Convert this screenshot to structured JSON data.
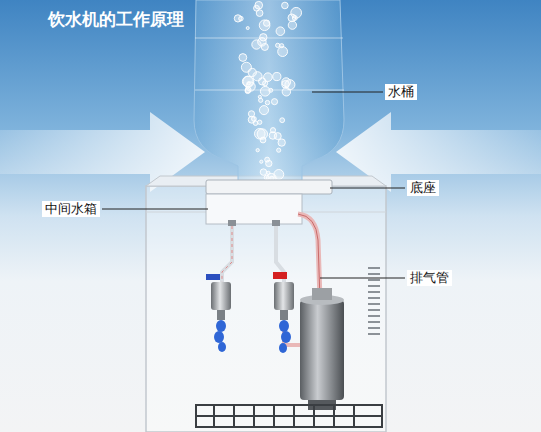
{
  "diagram": {
    "title": "饮水机的工作原理",
    "labels": [
      "水桶",
      "底座",
      "中间水箱",
      "排气管"
    ]
  }
}
